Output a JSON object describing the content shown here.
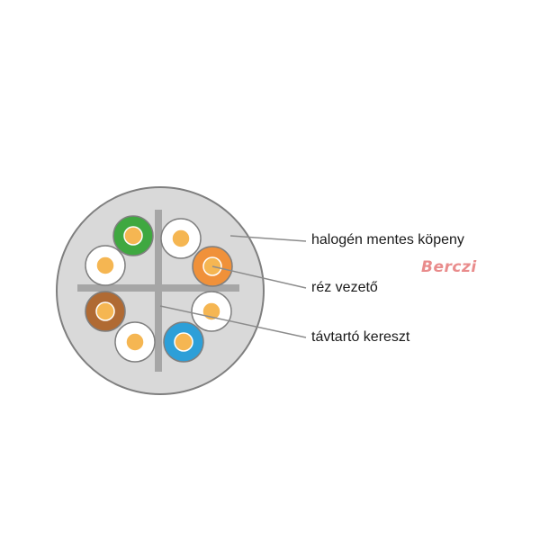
{
  "labels": {
    "sheath": "halogén mentes köpeny",
    "conductor": "réz vezető",
    "separator": "távtartó kereszt"
  },
  "watermark": "Berczi",
  "colors": {
    "sheath": "#d9d9d9",
    "outline": "#7f7f7f",
    "separator": "#a6a6a6",
    "copper": "#f5b652",
    "leader_line": "#8c8c8c",
    "watermark": "#e98c8c"
  },
  "conductors": [
    {
      "name": "green",
      "insulation": "#3fa840"
    },
    {
      "name": "white-green",
      "insulation": "#ffffff"
    },
    {
      "name": "white-orange-top",
      "insulation": "#ffffff"
    },
    {
      "name": "orange",
      "insulation": "#f0913a"
    },
    {
      "name": "white-orange-right",
      "insulation": "#ffffff"
    },
    {
      "name": "brown",
      "insulation": "#b06a33"
    },
    {
      "name": "white-brown",
      "insulation": "#ffffff"
    },
    {
      "name": "blue",
      "insulation": "#2d9fd8"
    }
  ]
}
